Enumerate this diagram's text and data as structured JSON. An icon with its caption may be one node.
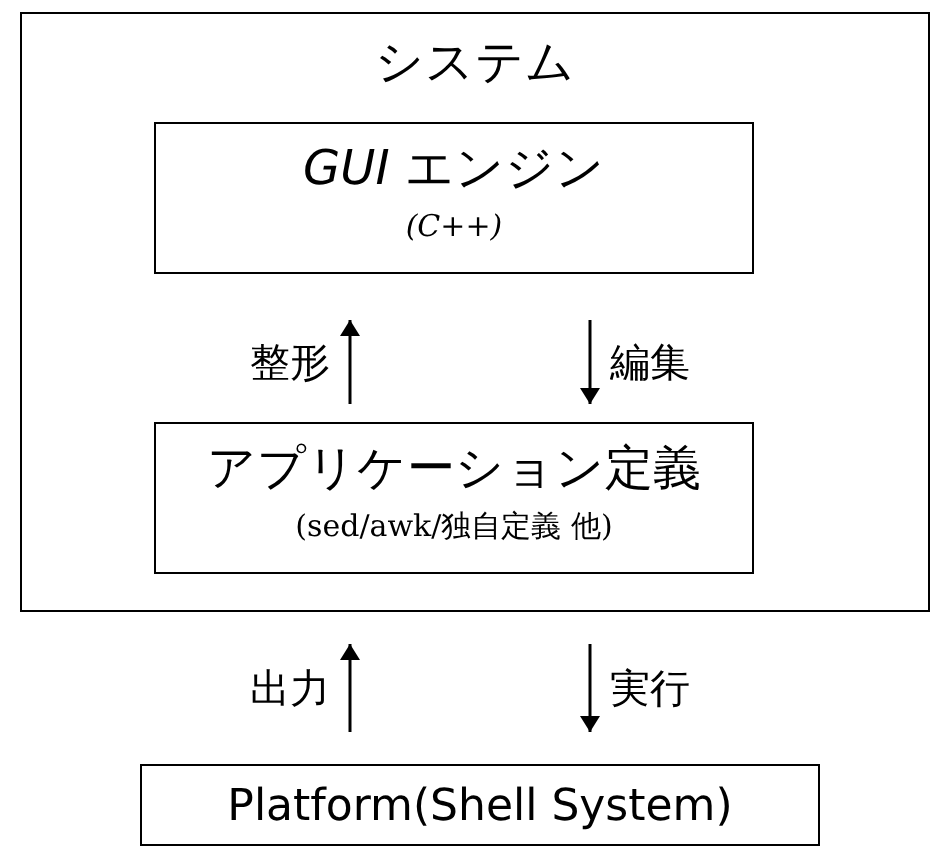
{
  "diagram": {
    "nodes": [
      {
        "text": [
          "システム"
        ]
      },
      {
        "text": [
          "*GUI* エンジン",
          "(C++)"
        ],
        "in": 0
      },
      {
        "text": [
          "アプリケーション定義",
          "(sed/awk/独自定義 他)"
        ],
        "in": 0
      },
      {
        "text": [
          "Platform(Shell System)"
        ]
      }
    ],
    "edges": [
      {
        "from": 2,
        "to": 1,
        "arrow": "to",
        "label": "整形"
      },
      {
        "from": 1,
        "to": 2,
        "arrow": "to",
        "label": "編集"
      },
      {
        "from": 3,
        "to": 0,
        "arrow": "to",
        "label": "出力"
      },
      {
        "from": 0,
        "to": 3,
        "arrow": "to",
        "label": "実行"
      }
    ]
  }
}
